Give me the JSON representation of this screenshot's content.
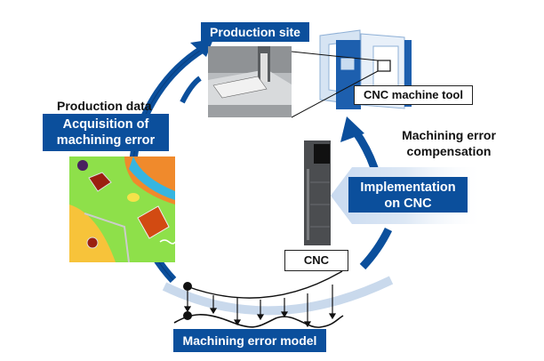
{
  "diagram": {
    "production_site": {
      "title": "Production site",
      "machine_label": "CNC machine tool"
    },
    "production_data": {
      "label": "Production data",
      "box": "Acquisition of\nmachining error",
      "box_line1": "Acquisition of",
      "box_line2": "machining error"
    },
    "compensation": {
      "line1": "Machining error",
      "line2": "compensation"
    },
    "implementation": {
      "line1": "Implementation",
      "line2": "on CNC"
    },
    "cnc": {
      "label": "CNC"
    },
    "model": {
      "label": "Machining error model"
    },
    "colors": {
      "primary_blue": "#0b4f9c",
      "light_blue": "#c9d9ec",
      "machine_blue": "#1d5fae"
    }
  }
}
